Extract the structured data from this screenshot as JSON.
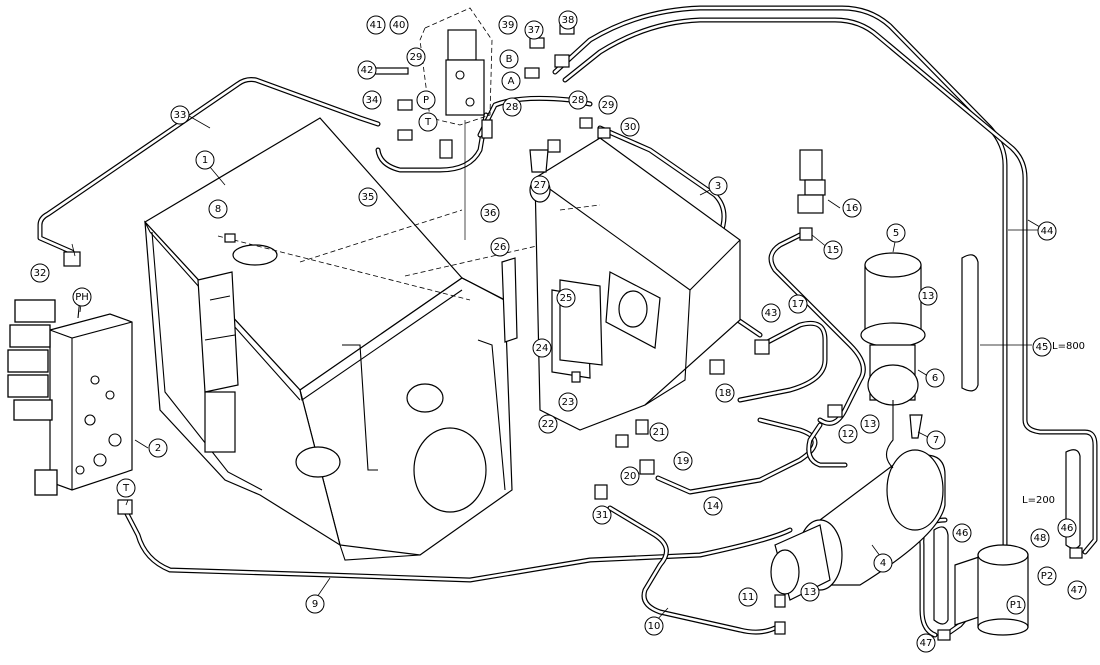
{
  "callouts": [
    "1",
    "2",
    "3",
    "4",
    "5",
    "6",
    "7",
    "8",
    "9",
    "10",
    "11",
    "12",
    "13",
    "13",
    "13",
    "14",
    "15",
    "16",
    "17",
    "18",
    "19",
    "20",
    "21",
    "22",
    "23",
    "24",
    "25",
    "26",
    "27",
    "28",
    "28",
    "29",
    "29",
    "30",
    "31",
    "32",
    "33",
    "34",
    "35",
    "36",
    "37",
    "38",
    "39",
    "40",
    "41",
    "42",
    "43",
    "44",
    "45",
    "46",
    "46",
    "47",
    "47",
    "48"
  ],
  "port_labels": [
    "PH",
    "T",
    "P",
    "T",
    "A",
    "B",
    "P1",
    "P2"
  ],
  "dimension_notes": [
    "L=800",
    "L=200"
  ]
}
